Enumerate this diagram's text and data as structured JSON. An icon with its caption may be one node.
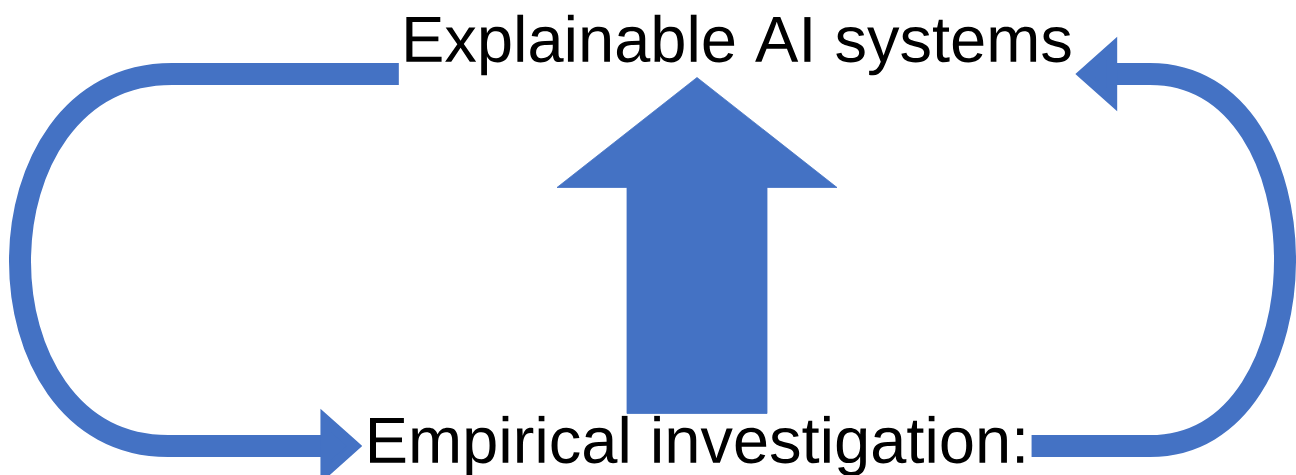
{
  "diagram": {
    "nodes": [
      {
        "text": [
          "Explainable AI systems"
        ]
      },
      {
        "text": [
          "Empirical investigation:"
        ]
      }
    ],
    "edges": [
      {
        "from": 0,
        "to": 1,
        "arrow": "to"
      },
      {
        "from": 1,
        "to": 0,
        "arrow": "to"
      },
      {
        "from": 1,
        "to": 0,
        "arrow": "to",
        "style": "thick"
      }
    ]
  }
}
